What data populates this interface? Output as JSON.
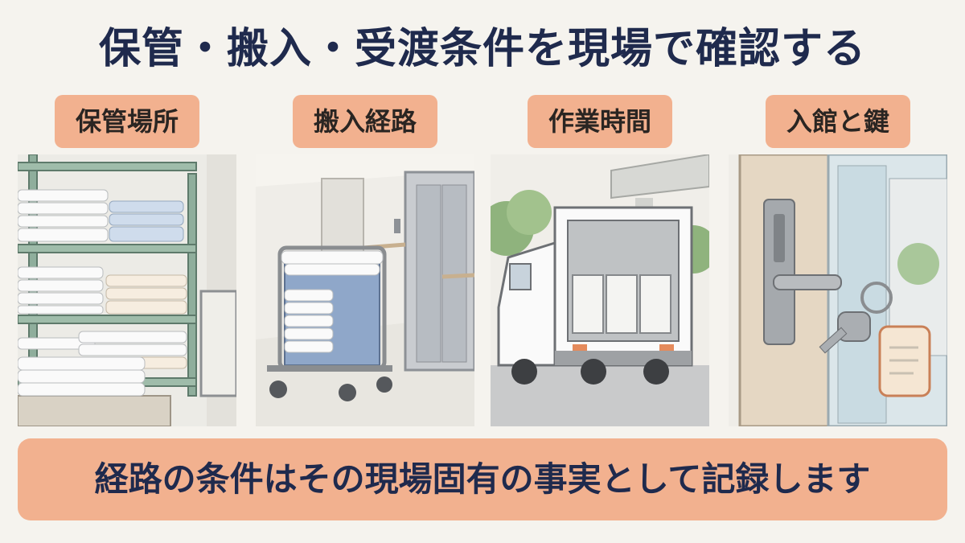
{
  "title": "保管・搬入・受渡条件を現場で確認する",
  "panels": [
    {
      "label": "保管場所",
      "icon": "storage-shelf-icon"
    },
    {
      "label": "搬入経路",
      "icon": "linen-cart-icon"
    },
    {
      "label": "作業時間",
      "icon": "delivery-truck-icon"
    },
    {
      "label": "入館と鍵",
      "icon": "door-key-icon"
    }
  ],
  "footer_note": "経路の条件はその現場固有の事実として記録します",
  "colors": {
    "title_text": "#1f2a4d",
    "label_bg": "#f2b18f",
    "background": "#f5f3ee"
  }
}
